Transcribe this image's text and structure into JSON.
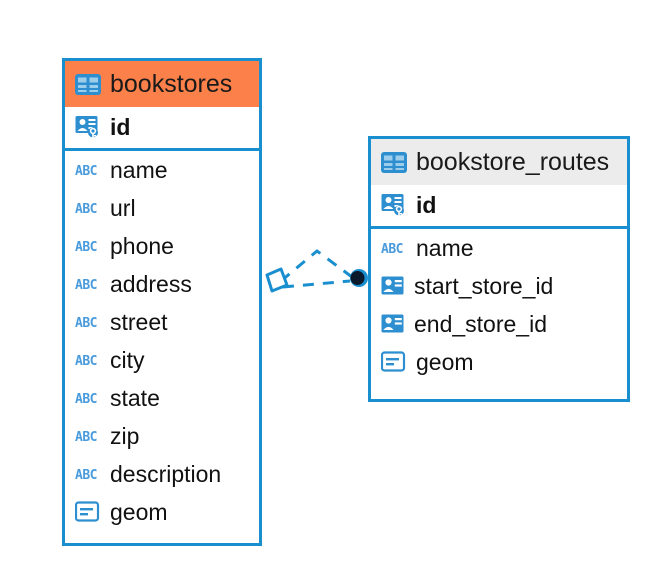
{
  "diagram": {
    "type": "entity-relationship-diagram",
    "colors": {
      "border_blue": "#1A8FD0",
      "header_selected_orange": "#FC8049",
      "header_normal_gray": "#ECECEC",
      "icon_blue": "#2E8FD0",
      "abc_blue": "#4A9BDC",
      "connector_blue": "#1A8FD0",
      "endpoint_dark": "#0B1A2B",
      "text": "#111111",
      "background": "#FFFFFF"
    },
    "tables": [
      {
        "name": "bookstores",
        "header_icon": "table-icon",
        "selected": true,
        "fields": [
          {
            "name": "id",
            "icon": "primary-key-icon",
            "key": "primary"
          },
          {
            "name": "name",
            "icon": "abc-text-icon",
            "key": "none"
          },
          {
            "name": "url",
            "icon": "abc-text-icon",
            "key": "none"
          },
          {
            "name": "phone",
            "icon": "abc-text-icon",
            "key": "none"
          },
          {
            "name": "address",
            "icon": "abc-text-icon",
            "key": "none"
          },
          {
            "name": "street",
            "icon": "abc-text-icon",
            "key": "none"
          },
          {
            "name": "city",
            "icon": "abc-text-icon",
            "key": "none"
          },
          {
            "name": "state",
            "icon": "abc-text-icon",
            "key": "none"
          },
          {
            "name": "zip",
            "icon": "abc-text-icon",
            "key": "none"
          },
          {
            "name": "description",
            "icon": "abc-text-icon",
            "key": "none"
          },
          {
            "name": "geom",
            "icon": "geometry-icon",
            "key": "none"
          }
        ]
      },
      {
        "name": "bookstore_routes",
        "header_icon": "table-icon",
        "selected": false,
        "fields": [
          {
            "name": "id",
            "icon": "primary-key-icon",
            "key": "primary"
          },
          {
            "name": "name",
            "icon": "abc-text-icon",
            "key": "none"
          },
          {
            "name": "start_store_id",
            "icon": "foreign-key-icon",
            "key": "foreign"
          },
          {
            "name": "end_store_id",
            "icon": "foreign-key-icon",
            "key": "foreign"
          },
          {
            "name": "geom",
            "icon": "geometry-icon",
            "key": "none"
          }
        ]
      }
    ],
    "relationship": {
      "from_table": "bookstores",
      "to_table": "bookstore_routes",
      "line_style": "dashed",
      "source_endpoint": "diamond-endpoint-icon",
      "target_endpoint": "filled-circle-endpoint-icon"
    }
  }
}
